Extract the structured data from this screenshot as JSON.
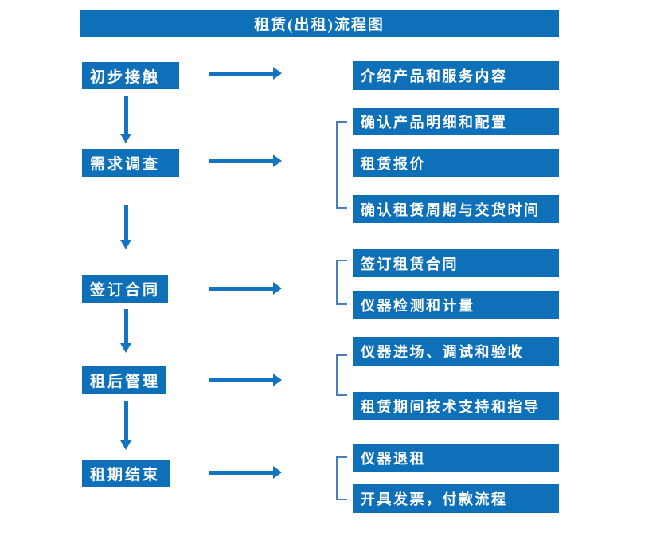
{
  "title": "租赁(出租)流程图",
  "colors": {
    "box-blue": "#0e70b8",
    "arrow-blue": "#1474c4",
    "bracket-blue": "#4a7ebb",
    "box-text": "#ffffff",
    "page-bg": "#ffffff"
  },
  "stages": [
    {
      "label": "初步接触",
      "details": [
        "介绍产品和服务内容"
      ]
    },
    {
      "label": "需求调查",
      "details": [
        "确认产品明细和配置",
        "租赁报价",
        "确认租赁周期与交货时间"
      ]
    },
    {
      "label": "签订合同",
      "details": [
        "签订租赁合同",
        "仪器检测和计量"
      ]
    },
    {
      "label": "租后管理",
      "details": [
        "仪器进场、调试和验收",
        "租赁期间技术支持和指导"
      ]
    },
    {
      "label": "租期结束",
      "details": [
        "仪器退租",
        "开具发票，付款流程"
      ]
    }
  ]
}
